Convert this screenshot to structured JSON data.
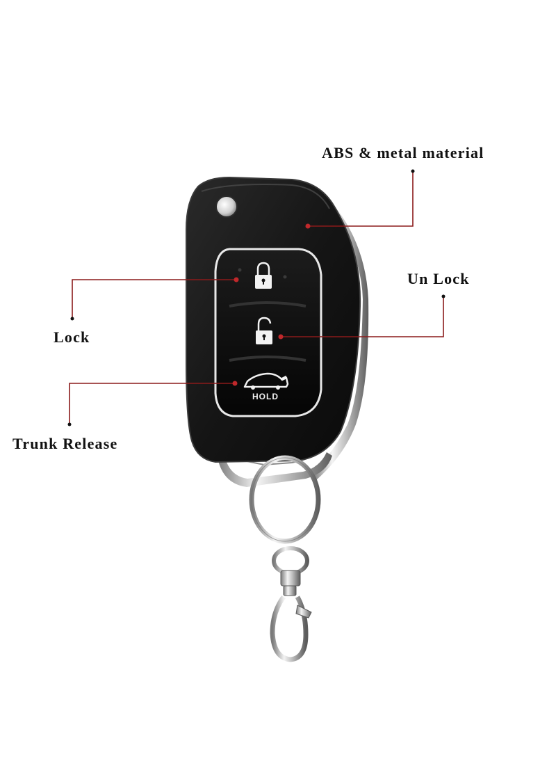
{
  "callouts": {
    "abs_material": "ABS & metal material",
    "unlock": "Un Lock",
    "lock": "Lock",
    "trunk_release": "Trunk Release"
  },
  "key_fob": {
    "hold_label": "HOLD",
    "icons": [
      "lock-icon",
      "unlock-icon",
      "car-trunk-icon"
    ]
  },
  "colors": {
    "leader_line": "#8b1a1a",
    "fob_body": "#161616",
    "button_outline": "#e8e8e8",
    "metal": "#c9c9c9"
  }
}
